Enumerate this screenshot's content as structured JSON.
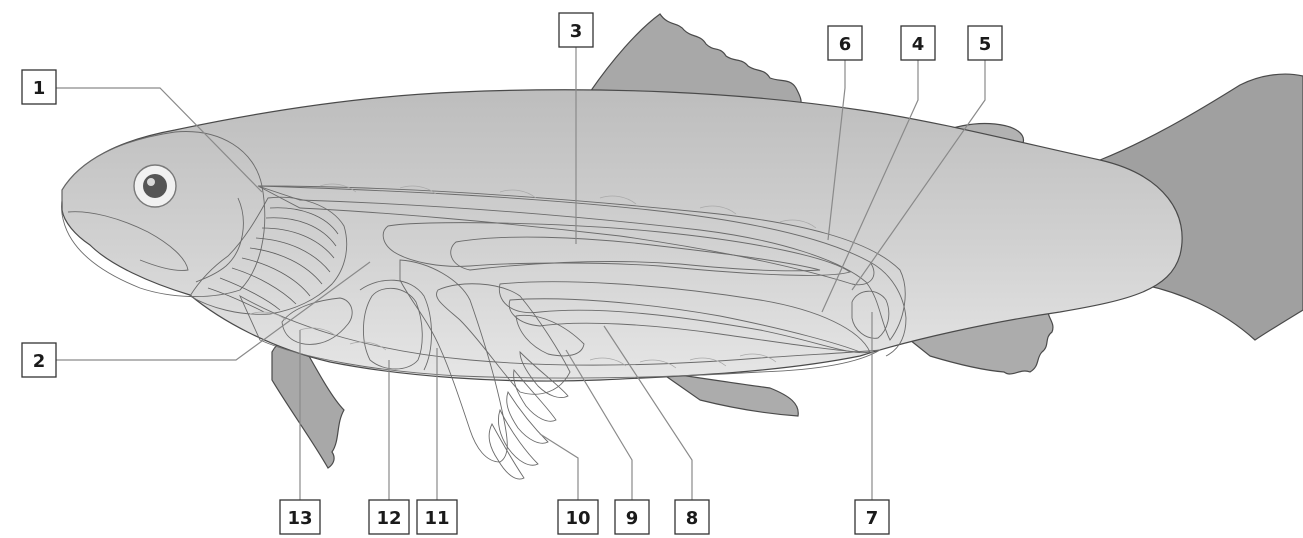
{
  "diagram": {
    "labels": [
      "1",
      "2",
      "3",
      "4",
      "5",
      "6",
      "7",
      "8",
      "9",
      "10",
      "11",
      "12",
      "13"
    ]
  },
  "colors": {
    "body_light": "#d4d4d4",
    "body_mid": "#b9b9b9",
    "body_dark": "#8c8c8c",
    "organ_light": "#ececec",
    "organ_dark": "#7e7e7e",
    "fin": "#a3a3a3",
    "outline": "#4a4a4a"
  }
}
